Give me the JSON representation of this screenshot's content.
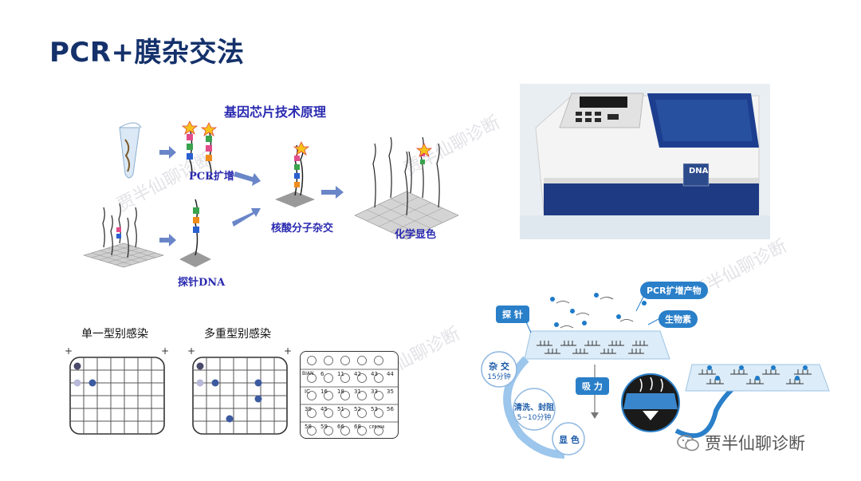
{
  "slide": {
    "title": "PCR+膜杂交法"
  },
  "principle": {
    "heading": "基因芯片技术原理",
    "pcr_label": "PCR扩增",
    "probe_label": "探针DNA",
    "hybrid_label": "核酸分子杂交",
    "color_label": "化学显色"
  },
  "instrument": {
    "badge": "DNA"
  },
  "infection": {
    "single_label": "单一型别感染",
    "multi_label": "多重型别感染",
    "plate_cells": [
      [
        "6",
        "11",
        "42",
        "43",
        "44"
      ],
      [
        "16",
        "18",
        "31",
        "33",
        "35"
      ],
      [
        "39",
        "45",
        "51",
        "52",
        "53",
        "56"
      ],
      [
        "58",
        "59",
        "66",
        "68",
        "CP8304"
      ]
    ],
    "plate_corner": "BIAN",
    "plate_ic": "IC"
  },
  "flow": {
    "probe": "探 针",
    "pcr_product": "PCR扩增产物",
    "biotin": "生物素",
    "hybrid": "杂 交",
    "hybrid_time": "15分钟",
    "wash": "清洗、封阻",
    "wash_time": "5~10分钟",
    "suction": "吸 力",
    "color": "显 色"
  },
  "watermark": {
    "text": "贾半仙聊诊断",
    "footer": "贾半仙聊诊断"
  },
  "colors": {
    "title": "#14316b",
    "label_blue": "#2a2ab0",
    "flow_blue": "#2a7fc9",
    "machine_blue": "#1d3e8f"
  }
}
